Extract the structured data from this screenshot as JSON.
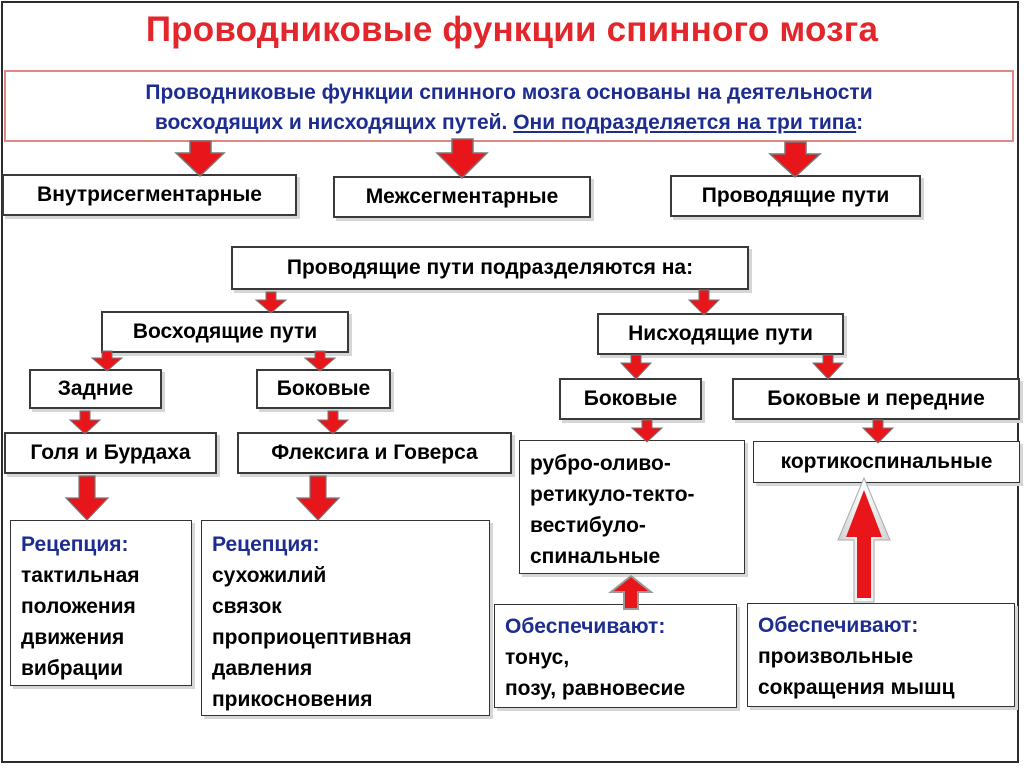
{
  "title": "Проводниковые функции спинного мозга",
  "intro": {
    "line1": "Проводниковые функции спинного мозга основаны на деятельности",
    "line2_a": "восходящих и нисходящих путей.",
    "line2_b": "Они подразделяется на три типа",
    "line2_c": ":"
  },
  "types": [
    "Внутрисегментарные",
    "Межсегментарные",
    "Проводящие пути"
  ],
  "pathways_header": "Проводящие пути подразделяются на:",
  "ascending": {
    "label": "Восходящие пути",
    "posterior": {
      "label": "Задние",
      "tract": "Голя и Бурдаха",
      "reception_title": "Рецепция:",
      "reception_items": [
        "тактильная",
        "положения",
        "движения",
        "вибрации"
      ]
    },
    "lateral": {
      "label": "Боковые",
      "tract": "Флексига и Говерса",
      "reception_title": "Рецепция:",
      "reception_items": [
        "сухожилий",
        "связок",
        "проприоцептивная",
        "давления",
        "прикосновения"
      ]
    }
  },
  "descending": {
    "label": "Нисходящие пути",
    "lateral": {
      "label": "Боковые",
      "tract_lines": [
        "рубро-оливо-",
        "ретикуло-текто-",
        "вестибуло-",
        "спинальные"
      ],
      "provides_title": "Обеспечивают:",
      "provides_items": [
        "тонус,",
        "позу, равновесие"
      ]
    },
    "lateral_anterior": {
      "label": "Боковые и передние",
      "tract": "кортикоспинальные",
      "provides_title": "Обеспечивают:",
      "provides_items": [
        "произвольные",
        "сокращения мышц"
      ]
    }
  },
  "colors": {
    "title_red": "#e3262b",
    "dark_blue": "#1d2d8f",
    "arrow_red": "#e8161b"
  }
}
